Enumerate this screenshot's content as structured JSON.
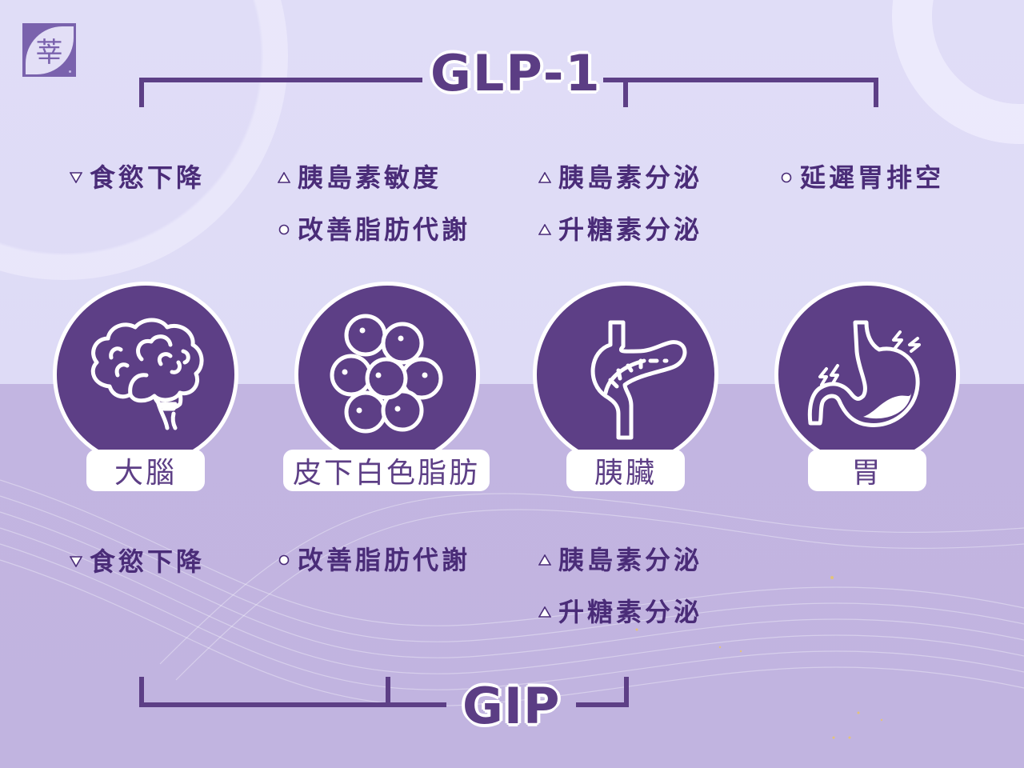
{
  "brand": {
    "logo_char": "莘"
  },
  "glp1": {
    "title": "GLP-1",
    "effects": {
      "brain": [
        {
          "mark": "down-triangle",
          "text": "食慾下降"
        }
      ],
      "fat": [
        {
          "mark": "up-triangle",
          "text": "胰島素敏度"
        },
        {
          "mark": "circle",
          "text": "改善脂肪代謝"
        }
      ],
      "pancreas": [
        {
          "mark": "up-triangle",
          "text": "胰島素分泌"
        },
        {
          "mark": "up-triangle",
          "text": "升糖素分泌"
        }
      ],
      "stomach": [
        {
          "mark": "circle",
          "text": "延遲胃排空"
        }
      ]
    }
  },
  "organs": [
    {
      "id": "brain",
      "label": "大腦",
      "icon": "brain-icon"
    },
    {
      "id": "fat",
      "label": "皮下白色脂肪",
      "icon": "fat-cells-icon"
    },
    {
      "id": "pancreas",
      "label": "胰臟",
      "icon": "pancreas-icon"
    },
    {
      "id": "stomach",
      "label": "胃",
      "icon": "stomach-icon"
    }
  ],
  "gip": {
    "title": "GIP",
    "effects": {
      "brain": [
        {
          "mark": "down-triangle",
          "text": "食慾下降"
        }
      ],
      "fat": [
        {
          "mark": "circle",
          "text": "改善脂肪代謝"
        }
      ],
      "pancreas": [
        {
          "mark": "up-triangle",
          "text": "胰島素分泌"
        },
        {
          "mark": "up-triangle",
          "text": "升糖素分泌"
        }
      ]
    }
  },
  "colors": {
    "primary_purple": "#5d3f86",
    "text_purple": "#4a2c78",
    "bg_top": "#dfdcf6",
    "bg_bottom": "#c1b4e0",
    "white": "#ffffff"
  }
}
